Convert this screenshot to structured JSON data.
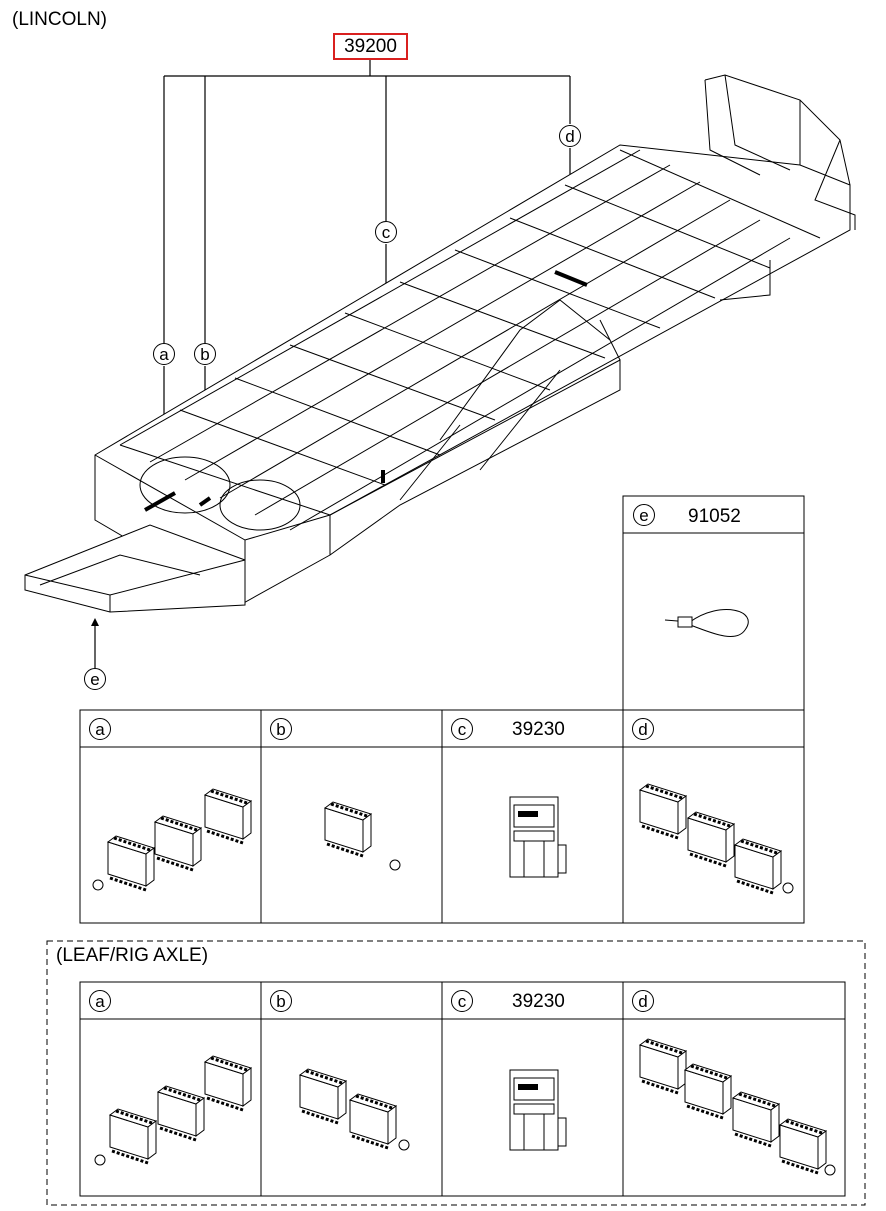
{
  "variant_label": "(LINCOLN)",
  "main_part": "39200",
  "callouts": {
    "a": "a",
    "b": "b",
    "c": "c",
    "d": "d",
    "e": "e"
  },
  "box_e": {
    "letter": "e",
    "part": "91052"
  },
  "lincoln_table": [
    {
      "letter": "a",
      "part": ""
    },
    {
      "letter": "b",
      "part": ""
    },
    {
      "letter": "c",
      "part": "39230"
    },
    {
      "letter": "d",
      "part": ""
    }
  ],
  "leaf_section": {
    "label": "(LEAF/RIG AXLE)",
    "table": [
      {
        "letter": "a",
        "part": ""
      },
      {
        "letter": "b",
        "part": ""
      },
      {
        "letter": "c",
        "part": "39230"
      },
      {
        "letter": "d",
        "part": ""
      }
    ]
  },
  "colors": {
    "highlight": "#d9201f",
    "line": "#000000"
  }
}
